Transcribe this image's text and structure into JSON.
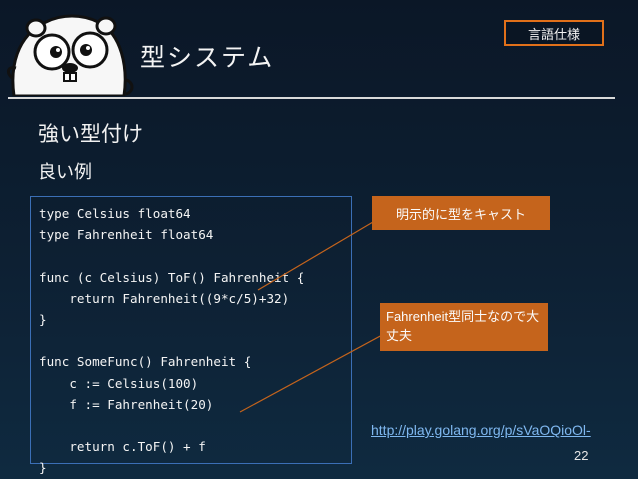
{
  "slide": {
    "title": "型システム",
    "spec_badge": "言語仕様",
    "heading": "強い型付け",
    "subheading": "良い例",
    "code_lines": [
      "type Celsius float64",
      "type Fahrenheit float64",
      "",
      "func (c Celsius) ToF() Fahrenheit {",
      "    return Fahrenheit((9*c/5)+32)",
      "}",
      "",
      "func SomeFunc() Fahrenheit {",
      "    c := Celsius(100)",
      "    f := Fahrenheit(20)",
      "",
      "    return c.ToF() + f",
      "}"
    ],
    "callout_cast": "明示的に型をキャスト",
    "callout_same_type": "Fahrenheit型同士なので大丈夫",
    "link": "http://play.golang.org/p/sVaOQioOl-",
    "page_number": "22"
  },
  "colors": {
    "accent": "#c5641c",
    "badge_border": "#e1701a",
    "code_border": "#3b6fb6",
    "link": "#7fb8f0"
  },
  "icons": {
    "mascot": "gopher-mascot-icon"
  }
}
